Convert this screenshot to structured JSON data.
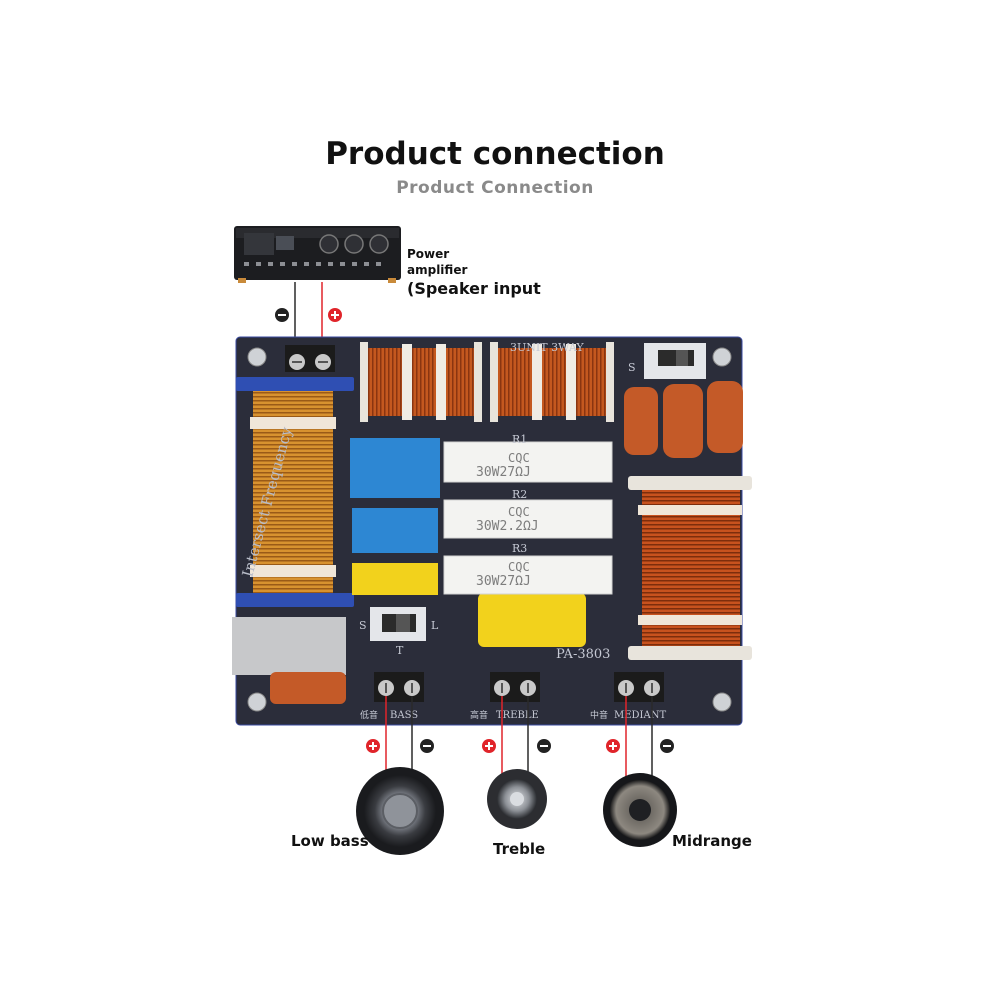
{
  "header": {
    "title": "Product connection",
    "subtitle": "Product Connection"
  },
  "amplifier": {
    "label_line1": "Power",
    "label_line2": "amplifier",
    "label_line3": "(Speaker input"
  },
  "board": {
    "model": "PA-3803",
    "top_silkscreen": "3UNIT 3WAY",
    "side_silkscreen": "Intersect Frequency",
    "resistors": [
      {
        "ref": "R1",
        "marking": "CQC",
        "value": "30W27ΩJ"
      },
      {
        "ref": "R2",
        "marking": "CQC",
        "value": "30W2.2ΩJ"
      },
      {
        "ref": "R3",
        "marking": "CQC",
        "value": "30W27ΩJ"
      }
    ],
    "switch_left": {
      "left": "S",
      "right": "L",
      "below": "T"
    },
    "switch_right": {
      "left": "S"
    },
    "terminals": [
      {
        "cn": "低音",
        "en": "BASS"
      },
      {
        "cn": "高音",
        "en": "TREBLE"
      },
      {
        "cn": "中音",
        "en": "MEDIANT"
      }
    ]
  },
  "speakers": [
    {
      "name": "Low bass"
    },
    {
      "name": "Treble"
    },
    {
      "name": "Midrange"
    }
  ],
  "colors": {
    "positive": "#e0242a",
    "negative": "#222222",
    "board": "#2b2d3a",
    "copper": "#c8642a"
  }
}
